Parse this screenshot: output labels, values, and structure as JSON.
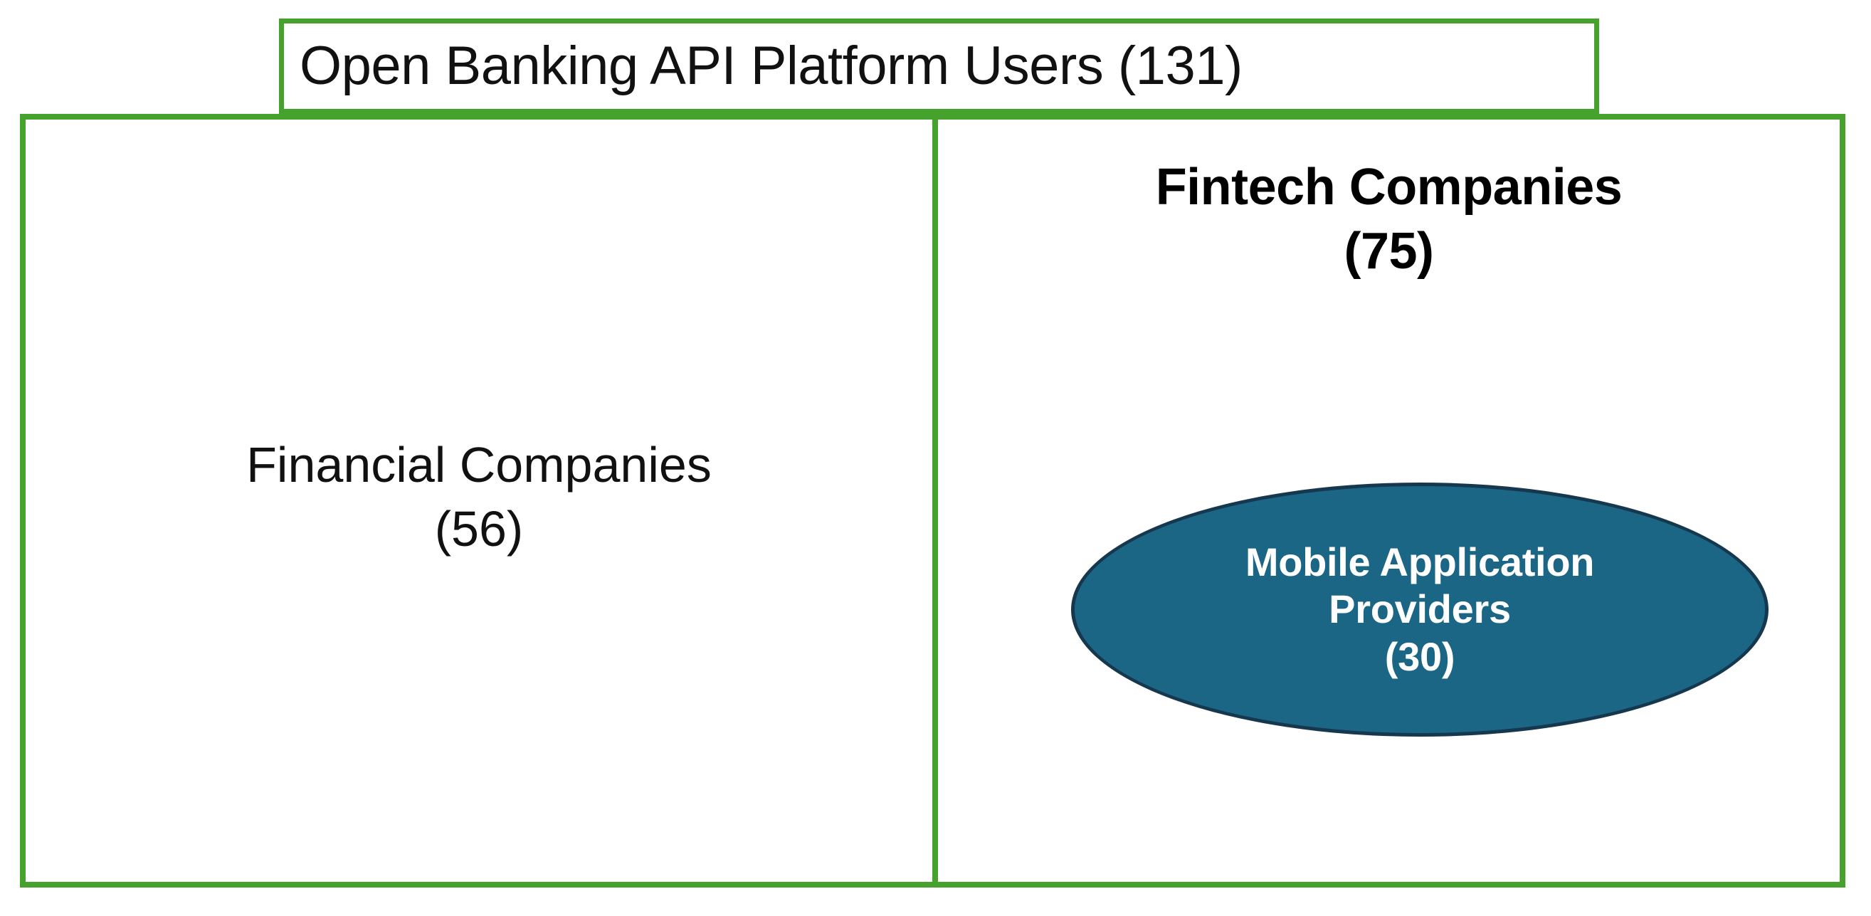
{
  "diagram": {
    "type": "nested-set-diagram",
    "title": {
      "label": "Open Banking API Platform Users (131)",
      "total": 131,
      "name": "Open Banking API Platform Users"
    },
    "colors": {
      "frame_green": "#45A22D",
      "ellipse_fill": "#1B6685",
      "ellipse_stroke": "#16384E",
      "text_dark": "#111111",
      "text_light": "#FFFFFF",
      "background": "#FFFFFF"
    },
    "groups": [
      {
        "key": "financial",
        "name": "Financial Companies",
        "count_label": "(56)",
        "count": 56
      },
      {
        "key": "fintech",
        "name": "Fintech Companies",
        "count_label": "(75)",
        "count": 75
      },
      {
        "key": "mobile_app_providers",
        "name_line1": "Mobile Application",
        "name_line2": "Providers",
        "count_label": "(30)",
        "count": 30
      }
    ]
  },
  "chart_data": {
    "type": "table",
    "title": "Open Banking API Platform Users (131)",
    "categories": [
      "Financial Companies",
      "Fintech Companies",
      "Mobile Application Providers"
    ],
    "values": [
      56,
      75,
      30
    ],
    "notes": "Mobile Application Providers (30) is a subset nested inside Fintech Companies (75). Financial Companies (56) + Fintech Companies (75) = 131 total users."
  }
}
